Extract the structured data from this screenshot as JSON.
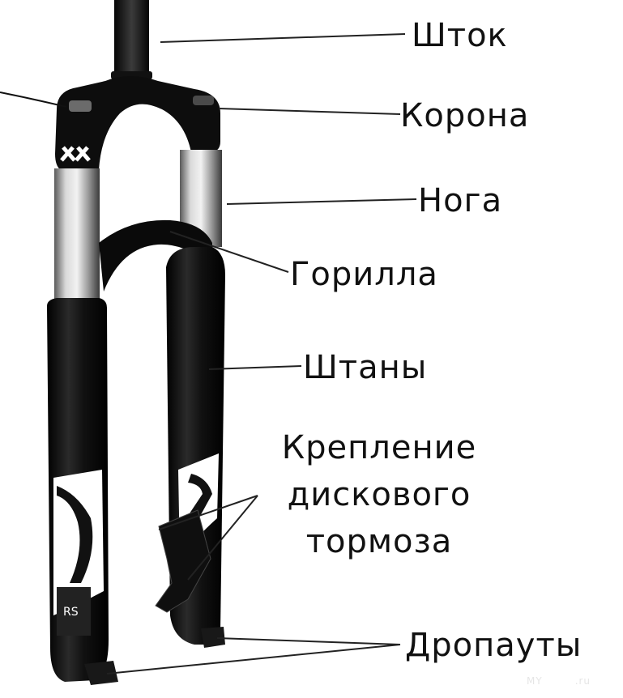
{
  "labels": {
    "stem": "Шток",
    "crown": "Корона",
    "leg": "Нога",
    "gorilla": "Горилла",
    "pants": "Штаны",
    "disc_mount": "Крепление дискового тормоза",
    "disc_mount_line1": "Крепление",
    "disc_mount_line2": "дискового",
    "disc_mount_line3": "тормоза",
    "dropouts": "Дропауты"
  },
  "decals": {
    "crown_logo": "XX",
    "sticker_text": "RS",
    "watermark": "MY",
    "watermark_suffix": ".ru"
  },
  "colors": {
    "fork_body": "#111111",
    "stanchion": "#9a9a9a",
    "label": "#111111",
    "leader_line": "#222222"
  }
}
